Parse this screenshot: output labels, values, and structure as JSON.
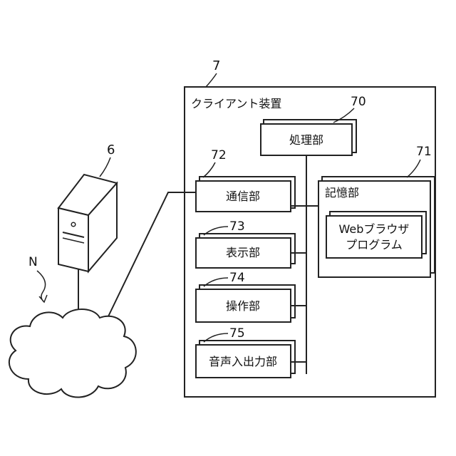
{
  "diagram": {
    "client_device_ref": "7",
    "client_device_title": "クライアント装置",
    "server_ref": "6",
    "network_ref": "N",
    "processing_unit": {
      "ref": "70",
      "label": "処理部"
    },
    "communication_unit": {
      "ref": "72",
      "label": "通信部"
    },
    "display_unit": {
      "ref": "73",
      "label": "表示部"
    },
    "operation_unit": {
      "ref": "74",
      "label": "操作部"
    },
    "audio_io_unit": {
      "ref": "75",
      "label": "音声入出力部"
    },
    "storage_unit": {
      "ref": "71",
      "label": "記憶部",
      "browser_line1": "Webブラウザ",
      "browser_line2": "プログラム"
    }
  }
}
